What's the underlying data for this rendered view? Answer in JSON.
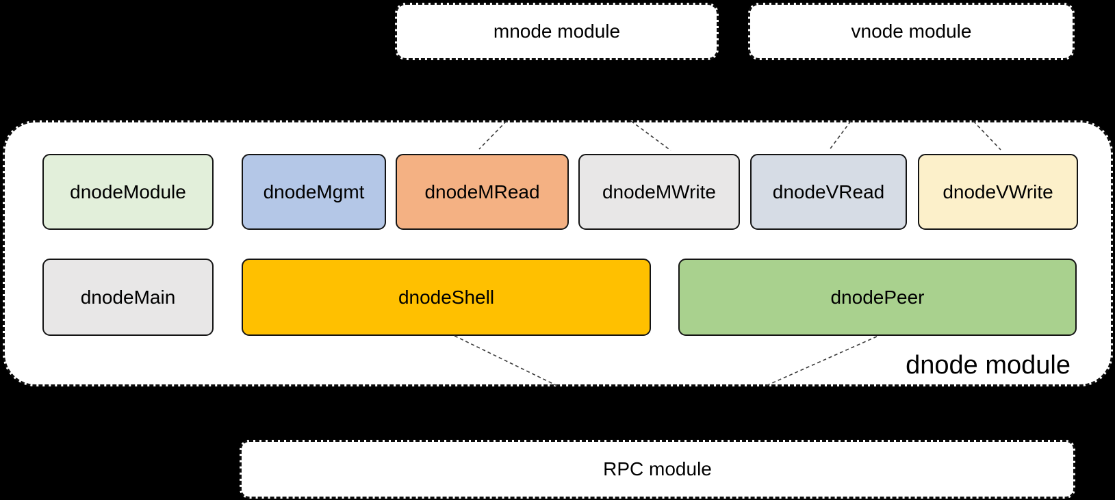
{
  "diagram": {
    "external_modules": {
      "mnode": {
        "label": "mnode module"
      },
      "vnode": {
        "label": "vnode module"
      },
      "rpc": {
        "label": "RPC module"
      }
    },
    "dnode_container": {
      "label": "dnode module"
    },
    "components": {
      "dnodeModule": {
        "label": "dnodeModule",
        "fill": "#E2EFDA"
      },
      "dnodeMgmt": {
        "label": "dnodeMgmt",
        "fill": "#B4C7E7"
      },
      "dnodeMRead": {
        "label": "dnodeMRead",
        "fill": "#F4B183"
      },
      "dnodeMWrite": {
        "label": "dnodeMWrite",
        "fill": "#E8E7E7"
      },
      "dnodeVRead": {
        "label": "dnodeVRead",
        "fill": "#D6DCE5"
      },
      "dnodeVWrite": {
        "label": "dnodeVWrite",
        "fill": "#FCF0CA"
      },
      "dnodeMain": {
        "label": "dnodeMain",
        "fill": "#E8E7E7"
      },
      "dnodeShell": {
        "label": "dnodeShell",
        "fill": "#FFC000"
      },
      "dnodePeer": {
        "label": "dnodePeer",
        "fill": "#A9D18E"
      }
    },
    "colors": {
      "background": "#000000",
      "module_fill": "#FFFFFF",
      "box_border": "#141414",
      "dashed_border": "#0D0D0D",
      "connector": "#3A3A3A",
      "text": "#000000"
    }
  }
}
